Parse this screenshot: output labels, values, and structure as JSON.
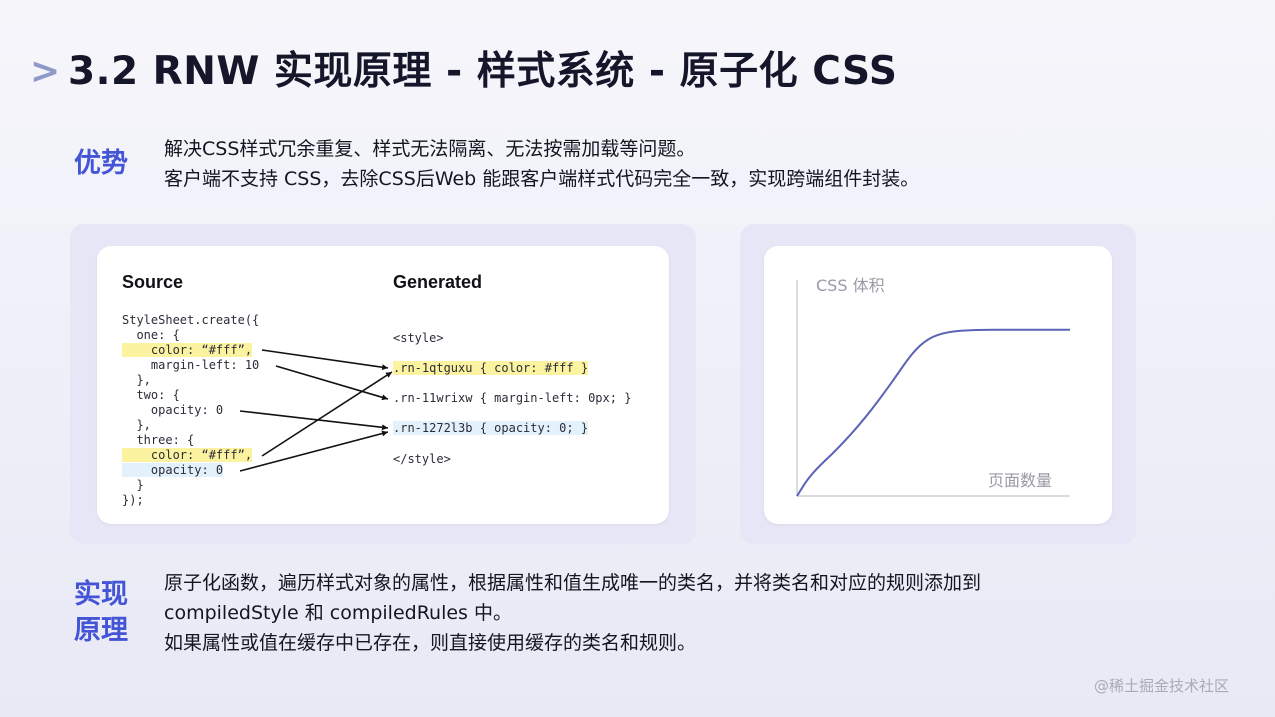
{
  "header": {
    "chevron": ">",
    "title": "3.2 RNW 实现原理 - 样式系统 - 原子化 CSS"
  },
  "advantage": {
    "label": "优势",
    "lines": [
      "解决CSS样式冗余重复、样式无法隔离、无法按需加载等问题。",
      "客户端不支持 CSS，去除CSS后Web 能跟客户端样式代码完全一致，实现跨端组件封装。"
    ]
  },
  "code_example": {
    "source_heading": "Source",
    "generated_heading": "Generated",
    "source_lines": [
      "StyleSheet.create({",
      "  one: {",
      "    color: “#fff”,",
      "    margin-left: 10",
      "  },",
      "  two: {",
      "    opacity: 0",
      "  },",
      "  three: {",
      "    color: “#fff”,",
      "    opacity: 0",
      "  }",
      "});"
    ],
    "generated_lines": [
      "<style>",
      ".rn-1qtguxu { color: #fff }",
      ".rn-11wrixw { margin-left: 0px; }",
      ".rn-1272l3b { opacity: 0; }",
      "</style>"
    ],
    "highlight_color": "#fbf3a0"
  },
  "chart_data": {
    "type": "line",
    "ylabel": "CSS 体积",
    "xlabel": "页面数量",
    "series": [
      {
        "values": [
          [
            0,
            0
          ],
          [
            0.05,
            0.1
          ],
          [
            0.15,
            0.22
          ],
          [
            0.25,
            0.36
          ],
          [
            0.35,
            0.53
          ],
          [
            0.42,
            0.66
          ],
          [
            0.48,
            0.73
          ],
          [
            0.55,
            0.76
          ],
          [
            0.65,
            0.77
          ],
          [
            0.8,
            0.77
          ],
          [
            1,
            0.77
          ]
        ]
      }
    ],
    "xlim": [
      0,
      1
    ],
    "ylim": [
      0,
      1
    ],
    "line_color": "#5b63b7",
    "axis_color": "#cfcfd6"
  },
  "implementation": {
    "label": "实现原理",
    "lines": [
      "原子化函数，遍历样式对象的属性，根据属性和值生成唯一的类名，并将类名和对应的规则添加到",
      "compiledStyle 和 compiledRules 中。",
      "如果属性或值在缓存中已存在，则直接使用缓存的类名和规则。"
    ]
  },
  "watermark": "@稀土掘金技术社区",
  "colors": {
    "accent": "#4355d6",
    "title": "#15162a",
    "chevron": "#8f98c8"
  }
}
